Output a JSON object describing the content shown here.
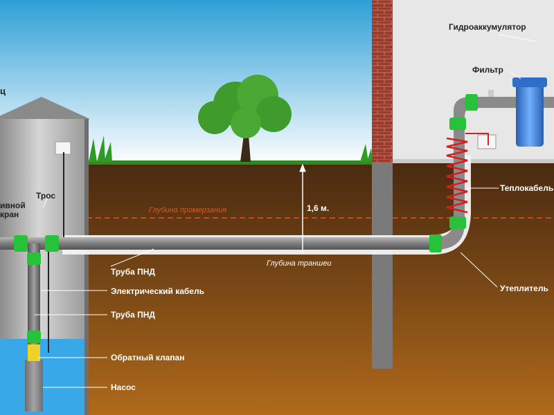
{
  "labels": {
    "left_title_fragment": "ц",
    "cable_rope": "Трос",
    "drain_valve_line1": "ивной",
    "drain_valve_line2": "кран",
    "pipe_pnd_top": "Труба ПНД",
    "electric_cable": "Электрический кабель",
    "pipe_pnd_bottom": "Труба ПНД",
    "check_valve": "Обратный клапан",
    "pump": "Насос",
    "freezing_depth": "Глубина промерзания",
    "depth_value": "1,6 м.",
    "trench_depth": "Глубина траншеи",
    "hydroaccumulator": "Гидроаккумулятор",
    "filter": "Фильтр",
    "heating_cable": "Теплокабель",
    "insulation": "Утеплитель"
  },
  "colors": {
    "sky_top": "#2e9fd6",
    "sky_bottom": "#ffffff",
    "soil_top": "#4a2a10",
    "soil_bottom": "#b06a1a",
    "pipe": "#8a8a8a",
    "fitting": "#27c23a",
    "freeze_line": "#e0561d",
    "brick": "#9b3b2c",
    "filter_blue": "#3d7fd9",
    "water": "#39a8e8",
    "heating_coil": "#d02020"
  }
}
